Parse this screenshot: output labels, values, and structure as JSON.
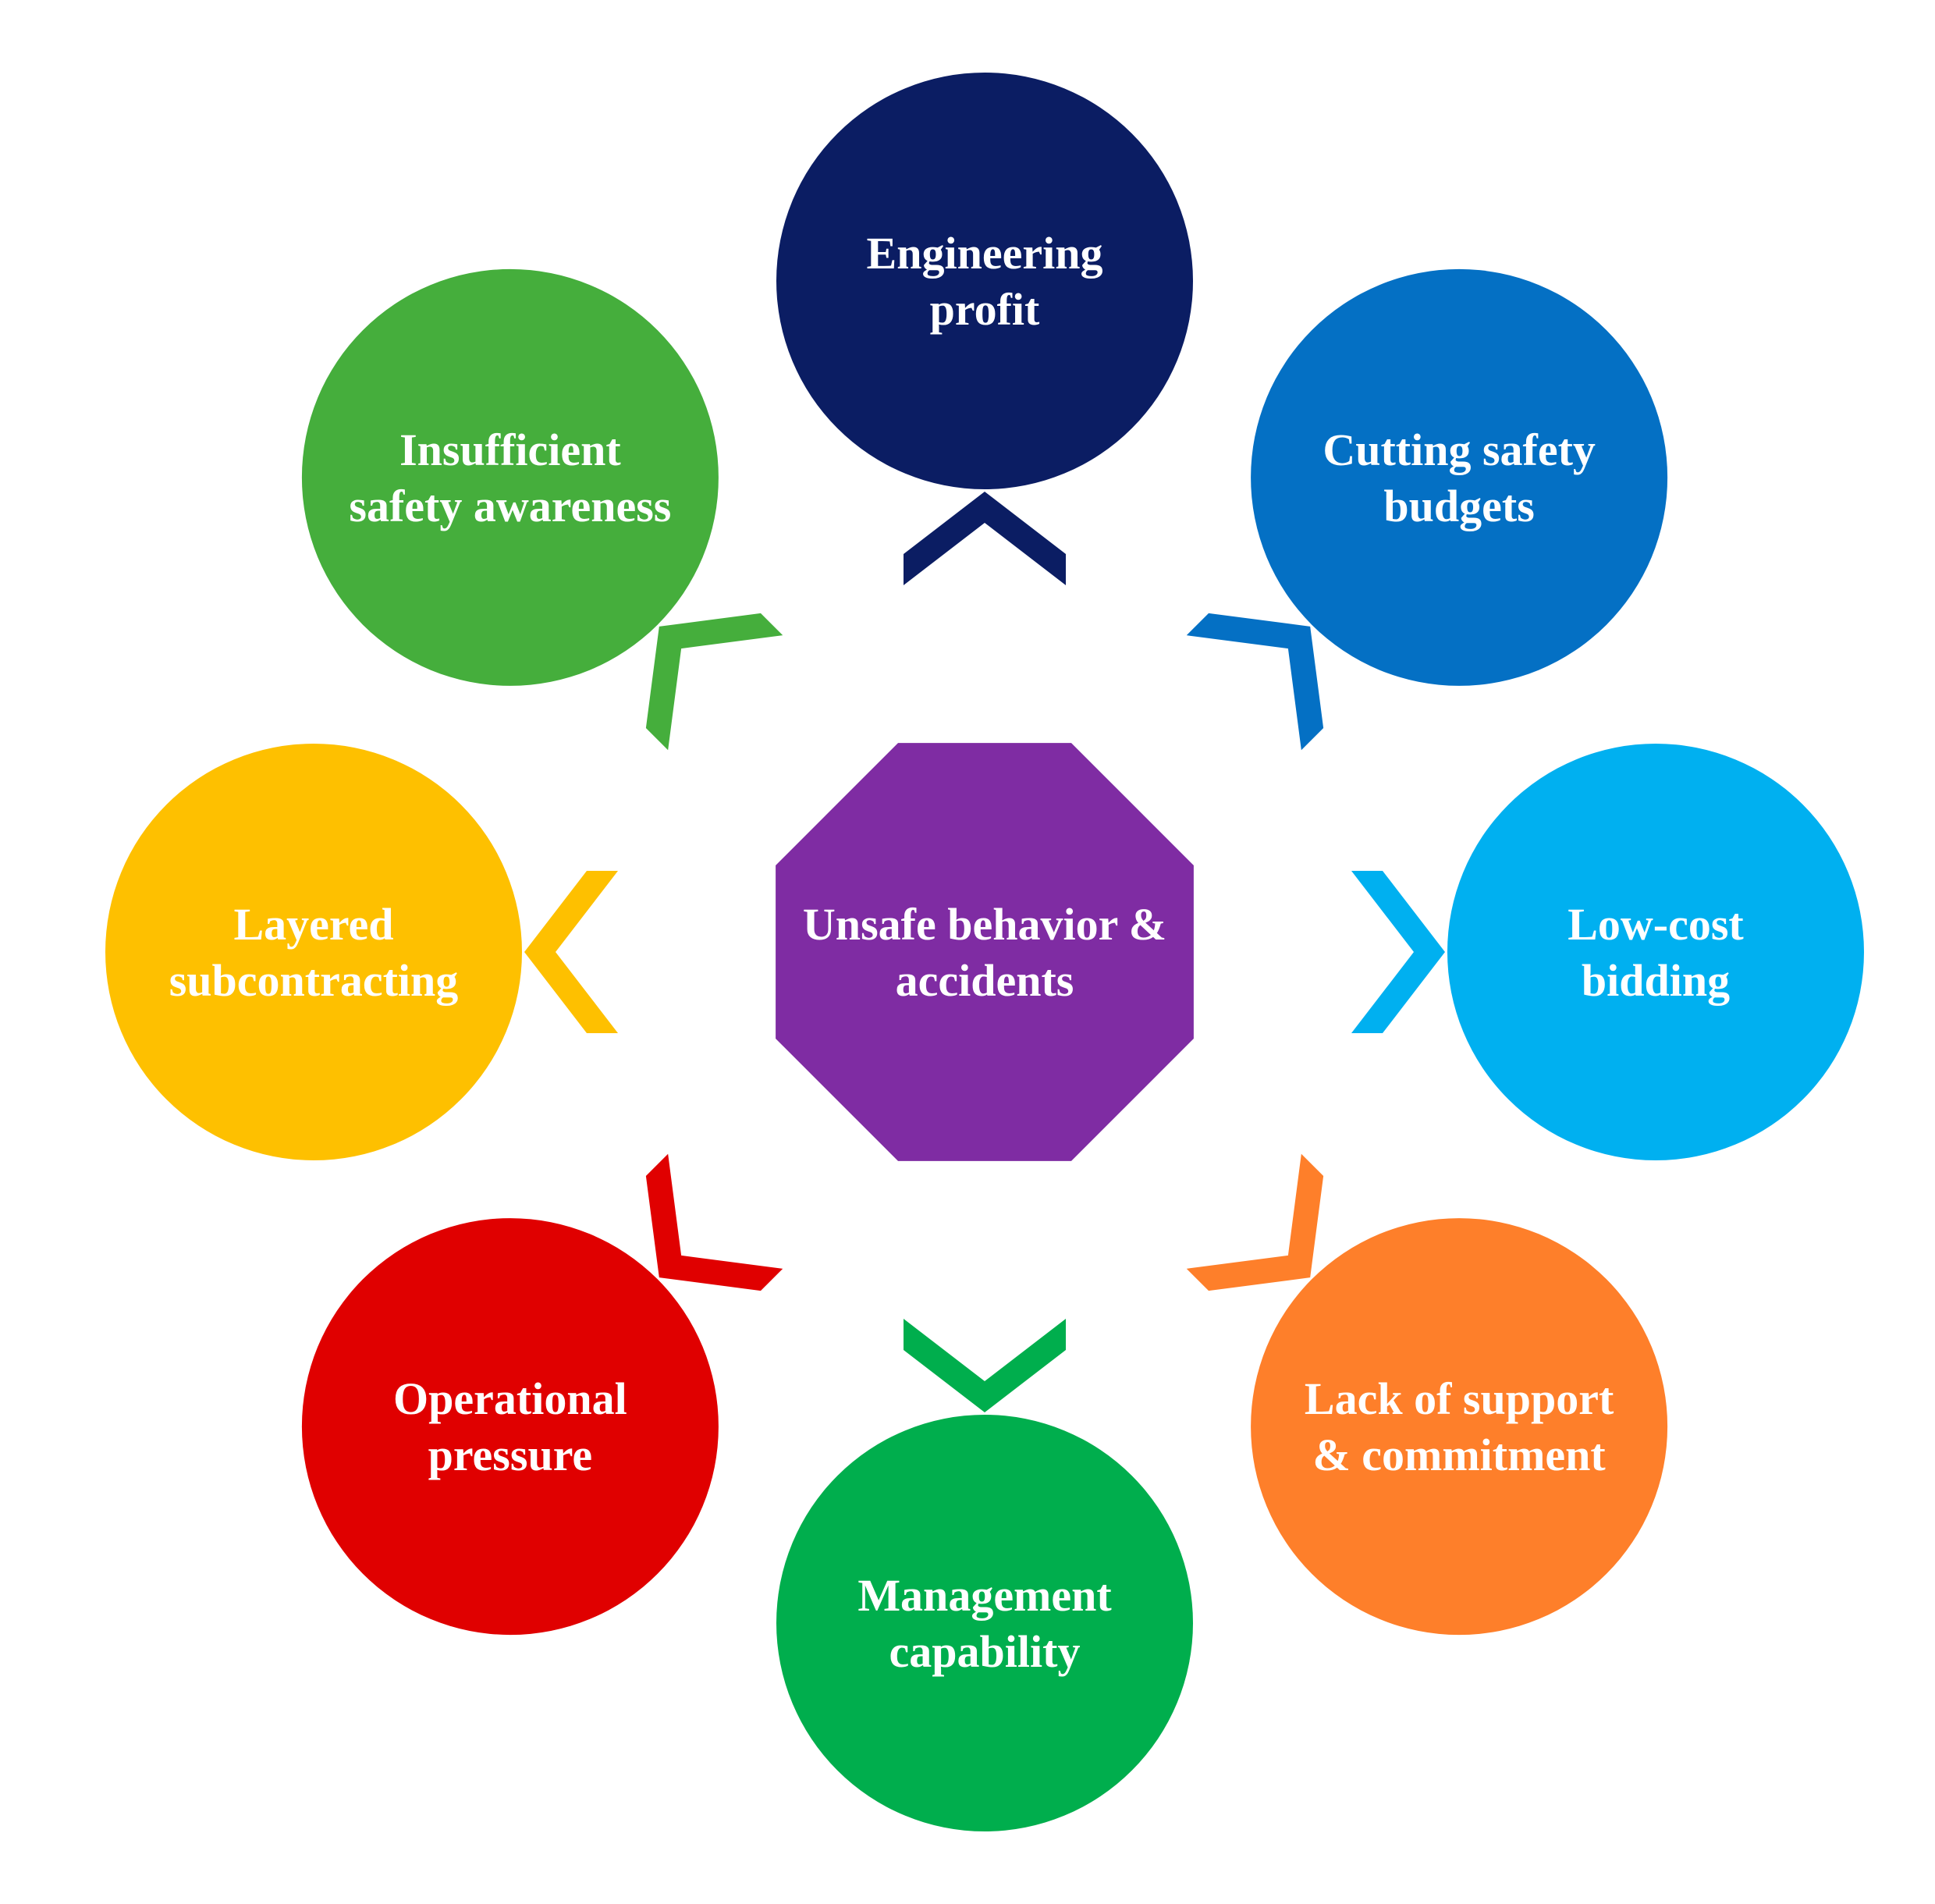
{
  "center": {
    "lines": [
      "Unsafe behavior &",
      "accidents"
    ],
    "color": "#7f2ca3"
  },
  "nodes": [
    {
      "id": "engineering-profit",
      "lines": [
        "Engineering",
        "profit"
      ],
      "color": "#0b1d63"
    },
    {
      "id": "cutting-safety-budgets",
      "lines": [
        "Cutting safety",
        "budgets"
      ],
      "color": "#0470c4"
    },
    {
      "id": "low-cost-bidding",
      "lines": [
        "Low-cost",
        "bidding"
      ],
      "color": "#00b0f0"
    },
    {
      "id": "lack-of-support-commitment",
      "lines": [
        "Lack of support",
        "& commitment"
      ],
      "color": "#fe7f2a"
    },
    {
      "id": "management-capability",
      "lines": [
        "Management",
        "capability"
      ],
      "color": "#00ae4d"
    },
    {
      "id": "operational-pressure",
      "lines": [
        "Operational",
        "pressure"
      ],
      "color": "#e00000"
    },
    {
      "id": "layered-subcontracting",
      "lines": [
        "Layered",
        "subcontracting"
      ],
      "color": "#fec000"
    },
    {
      "id": "insufficient-safety-awareness",
      "lines": [
        "Insufficient",
        "safety awareness"
      ],
      "color": "#45ae3c"
    }
  ],
  "chevrons": [
    {
      "points_to": "engineering-profit",
      "color": "#0b1d63"
    },
    {
      "points_to": "cutting-safety-budgets",
      "color": "#0470c4"
    },
    {
      "points_to": "low-cost-bidding",
      "color": "#00b0f0"
    },
    {
      "points_to": "lack-of-support-commitment",
      "color": "#fe7f2a"
    },
    {
      "points_to": "management-capability",
      "color": "#00ae4d"
    },
    {
      "points_to": "operational-pressure",
      "color": "#e00000"
    },
    {
      "points_to": "layered-subcontracting",
      "color": "#fec000"
    },
    {
      "points_to": "insufficient-safety-awareness",
      "color": "#45ae3c"
    }
  ]
}
